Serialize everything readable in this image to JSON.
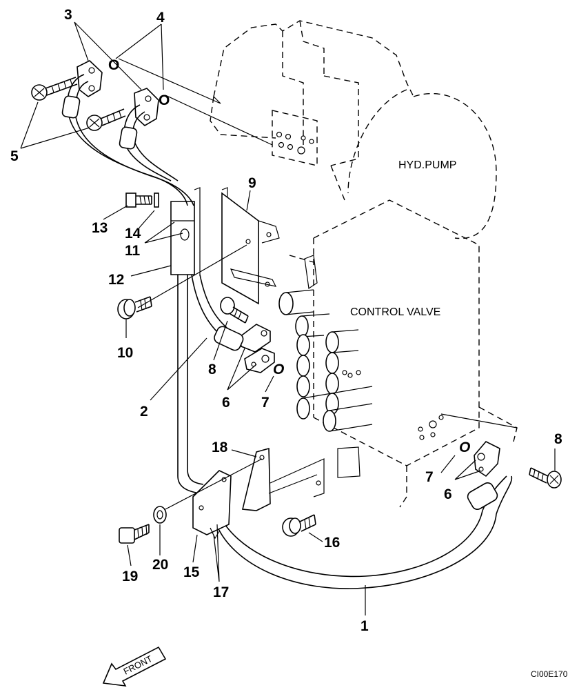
{
  "components": {
    "pump": "HYD.PUMP",
    "valve": "CONTROL VALVE"
  },
  "callouts": {
    "c1": "1",
    "c2": "2",
    "c3": "3",
    "c4": "4",
    "c5": "5",
    "c6a": "6",
    "c6b": "6",
    "c7a": "7",
    "c7b": "7",
    "c8a": "8",
    "c8b": "8",
    "c9": "9",
    "c10": "10",
    "c11": "11",
    "c12": "12",
    "c13": "13",
    "c14": "14",
    "c15": "15",
    "c16": "16",
    "c17": "17",
    "c18": "18",
    "c19": "19",
    "c20": "20"
  },
  "orings": {
    "o4a": "O",
    "o4b": "O",
    "o7a": "O",
    "o7b": "O"
  },
  "front_arrow": "FRONT",
  "drawing_code": "CI00E170"
}
